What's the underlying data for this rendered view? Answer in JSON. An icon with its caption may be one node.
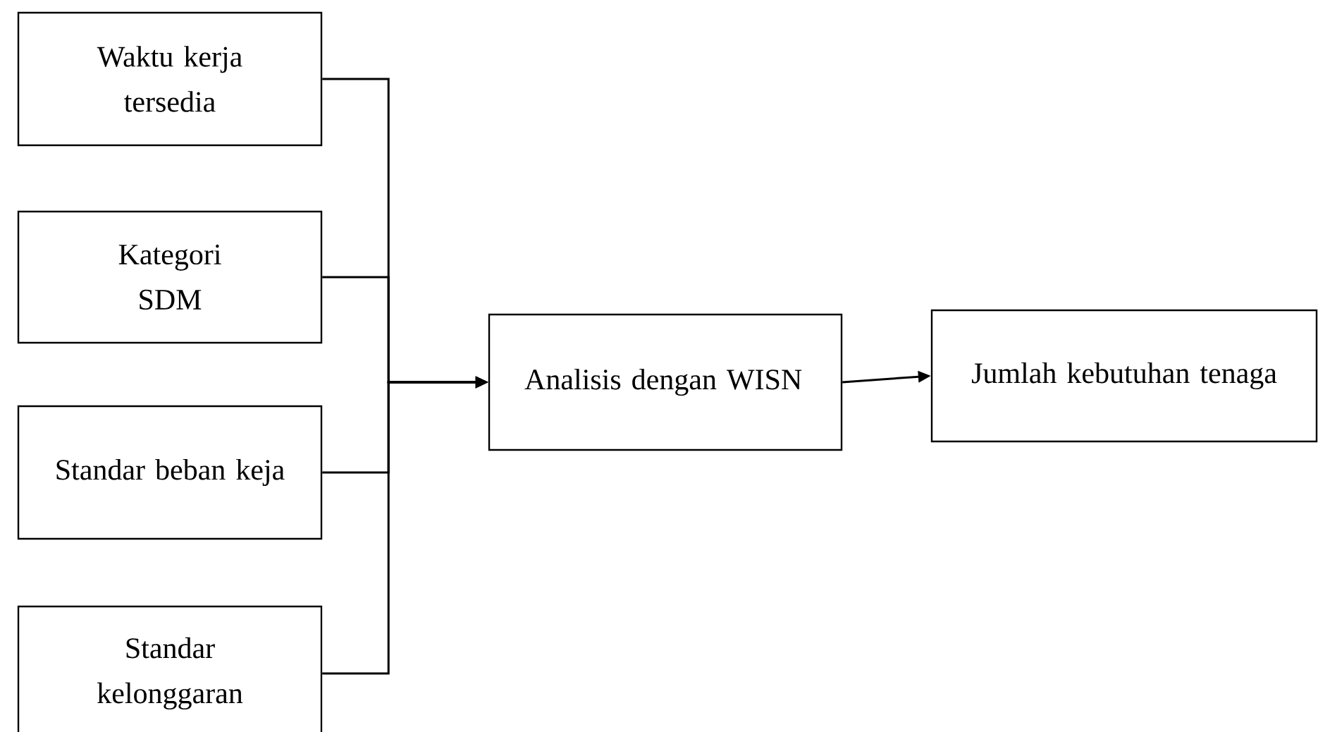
{
  "diagram": {
    "nodes": [
      {
        "text": [
          "Waktu kerja tersedia"
        ]
      },
      {
        "text": [
          "Kategori SDM"
        ]
      },
      {
        "text": [
          "Standar beban keja"
        ]
      },
      {
        "text": [
          "Standar kelonggaran"
        ]
      },
      {
        "text": [
          "Analisis dengan WISN"
        ]
      },
      {
        "text": [
          "Jumlah kebutuhan tenaga"
        ]
      }
    ],
    "edges": [
      {
        "from": 0,
        "to": 4,
        "arrow": "to"
      },
      {
        "from": 1,
        "to": 4,
        "arrow": "to"
      },
      {
        "from": 2,
        "to": 4,
        "arrow": "to"
      },
      {
        "from": 3,
        "to": 4,
        "arrow": "to"
      },
      {
        "from": 4,
        "to": 5,
        "arrow": "to"
      }
    ]
  }
}
